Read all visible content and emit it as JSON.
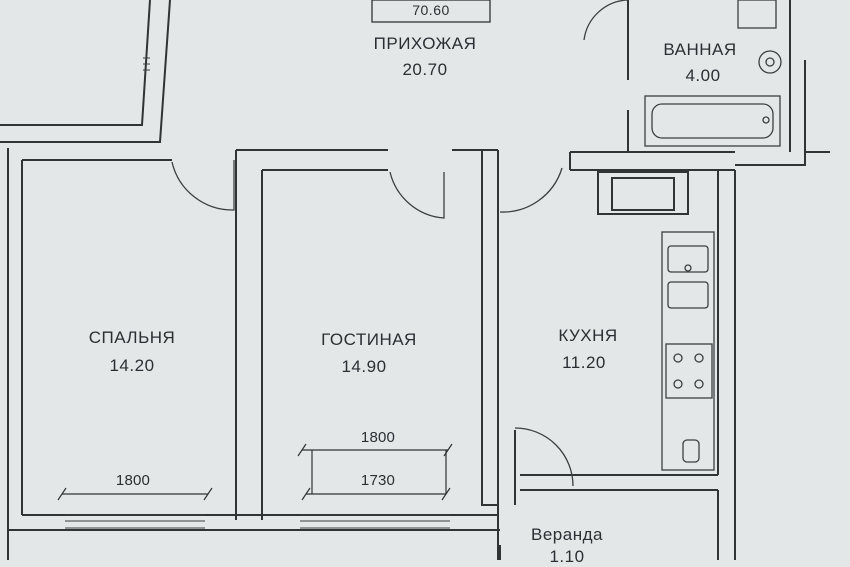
{
  "plan": {
    "total_area": "70.60",
    "rooms": [
      {
        "id": "hallway",
        "name": "ПРИХОЖАЯ",
        "area": "20.70"
      },
      {
        "id": "bathroom",
        "name": "ВАННАЯ",
        "area": "4.00"
      },
      {
        "id": "bedroom",
        "name": "СПАЛЬНЯ",
        "area": "14.20"
      },
      {
        "id": "living",
        "name": "ГОСТИНАЯ",
        "area": "14.90"
      },
      {
        "id": "kitchen",
        "name": "КУХНЯ",
        "area": "11.20"
      },
      {
        "id": "veranda",
        "name": "Веранда",
        "area": "1.10"
      }
    ],
    "dimensions": {
      "bedroom_window": "1800",
      "living_window_outer": "1800",
      "living_window_inner": "1730"
    }
  }
}
